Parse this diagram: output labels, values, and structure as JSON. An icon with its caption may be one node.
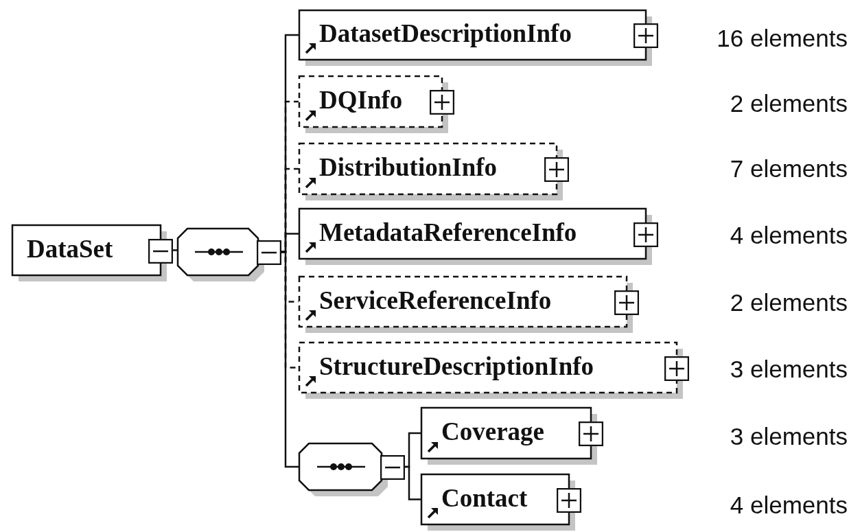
{
  "diagram": {
    "nodes": [
      {
        "text": [
          "DataSet"
        ]
      },
      {
        "text": [],
        "shape": "octagon"
      },
      {
        "text": [
          "DatasetDescriptionInfo"
        ]
      },
      {
        "text": [
          "DQInfo"
        ]
      },
      {
        "text": [
          "DistributionInfo"
        ]
      },
      {
        "text": [
          "MetadataReferenceInfo"
        ]
      },
      {
        "text": [
          "ServiceReferenceInfo"
        ]
      },
      {
        "text": [
          "StructureDescriptionInfo"
        ]
      },
      {
        "text": [],
        "shape": "octagon"
      },
      {
        "text": [
          "Coverage"
        ]
      },
      {
        "text": [
          "Contact"
        ]
      }
    ],
    "labels": [
      "16 elements",
      "2 elements",
      "7 elements",
      "4 elements",
      "2 elements",
      "3 elements",
      "3 elements",
      "4 elements"
    ],
    "edges": [
      {
        "from": 0,
        "to": 1,
        "arrow": "none"
      },
      {
        "from": 1,
        "to": 2,
        "arrow": "none"
      },
      {
        "from": 1,
        "to": 3,
        "arrow": "none",
        "style": "dashed"
      },
      {
        "from": 1,
        "to": 4,
        "arrow": "none",
        "style": "dashed"
      },
      {
        "from": 1,
        "to": 5,
        "arrow": "none"
      },
      {
        "from": 1,
        "to": 6,
        "arrow": "none",
        "style": "dashed"
      },
      {
        "from": 1,
        "to": 7,
        "arrow": "none",
        "style": "dashed"
      },
      {
        "from": 1,
        "to": 8,
        "arrow": "none"
      },
      {
        "from": 8,
        "to": 9,
        "arrow": "none"
      },
      {
        "from": 8,
        "to": 10,
        "arrow": "none"
      }
    ]
  }
}
